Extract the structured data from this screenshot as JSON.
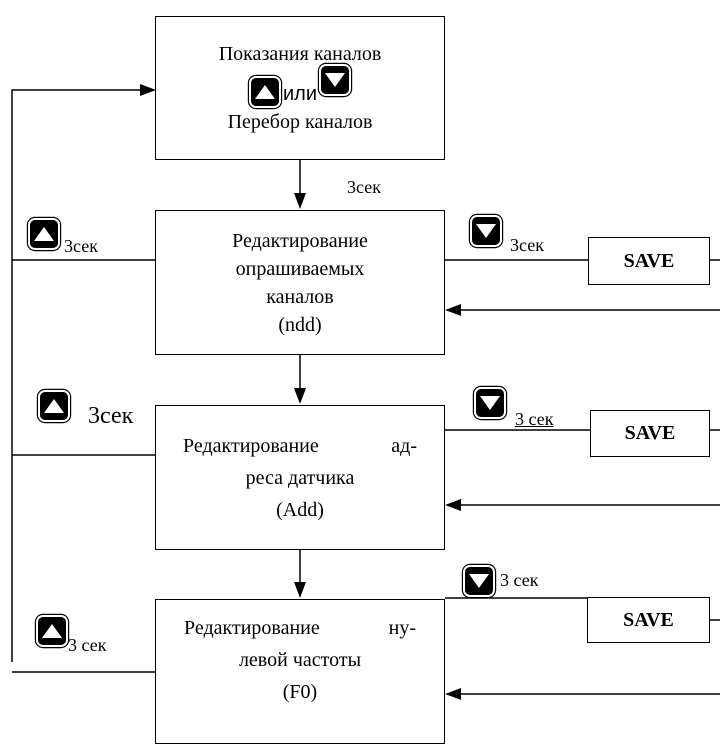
{
  "boxes": {
    "channels": {
      "line1": "Показания каналов",
      "or": "или",
      "line3": "Перебор каналов"
    },
    "ndd": {
      "line1": "Редактирование",
      "line2": "опрашиваемых",
      "line3": "каналов",
      "line4": "(ndd)"
    },
    "add": {
      "line1": "Редактирование ад-",
      "line2": "реса датчика",
      "line3": "(Add)"
    },
    "f0": {
      "line1": "Редактирование ну-",
      "line2": "левой частоты",
      "line3": "(F0)"
    }
  },
  "save_label": "SAVE",
  "labels": {
    "down_center": "3сек",
    "left_1": "3сек",
    "right_1": "3сек",
    "left_2": "3сек",
    "right_2": "3 сек",
    "right_3": "3 сек",
    "left_3": "3 сек"
  },
  "icons": {
    "up": "up-arrow-key-icon",
    "down": "down-arrow-key-icon"
  }
}
